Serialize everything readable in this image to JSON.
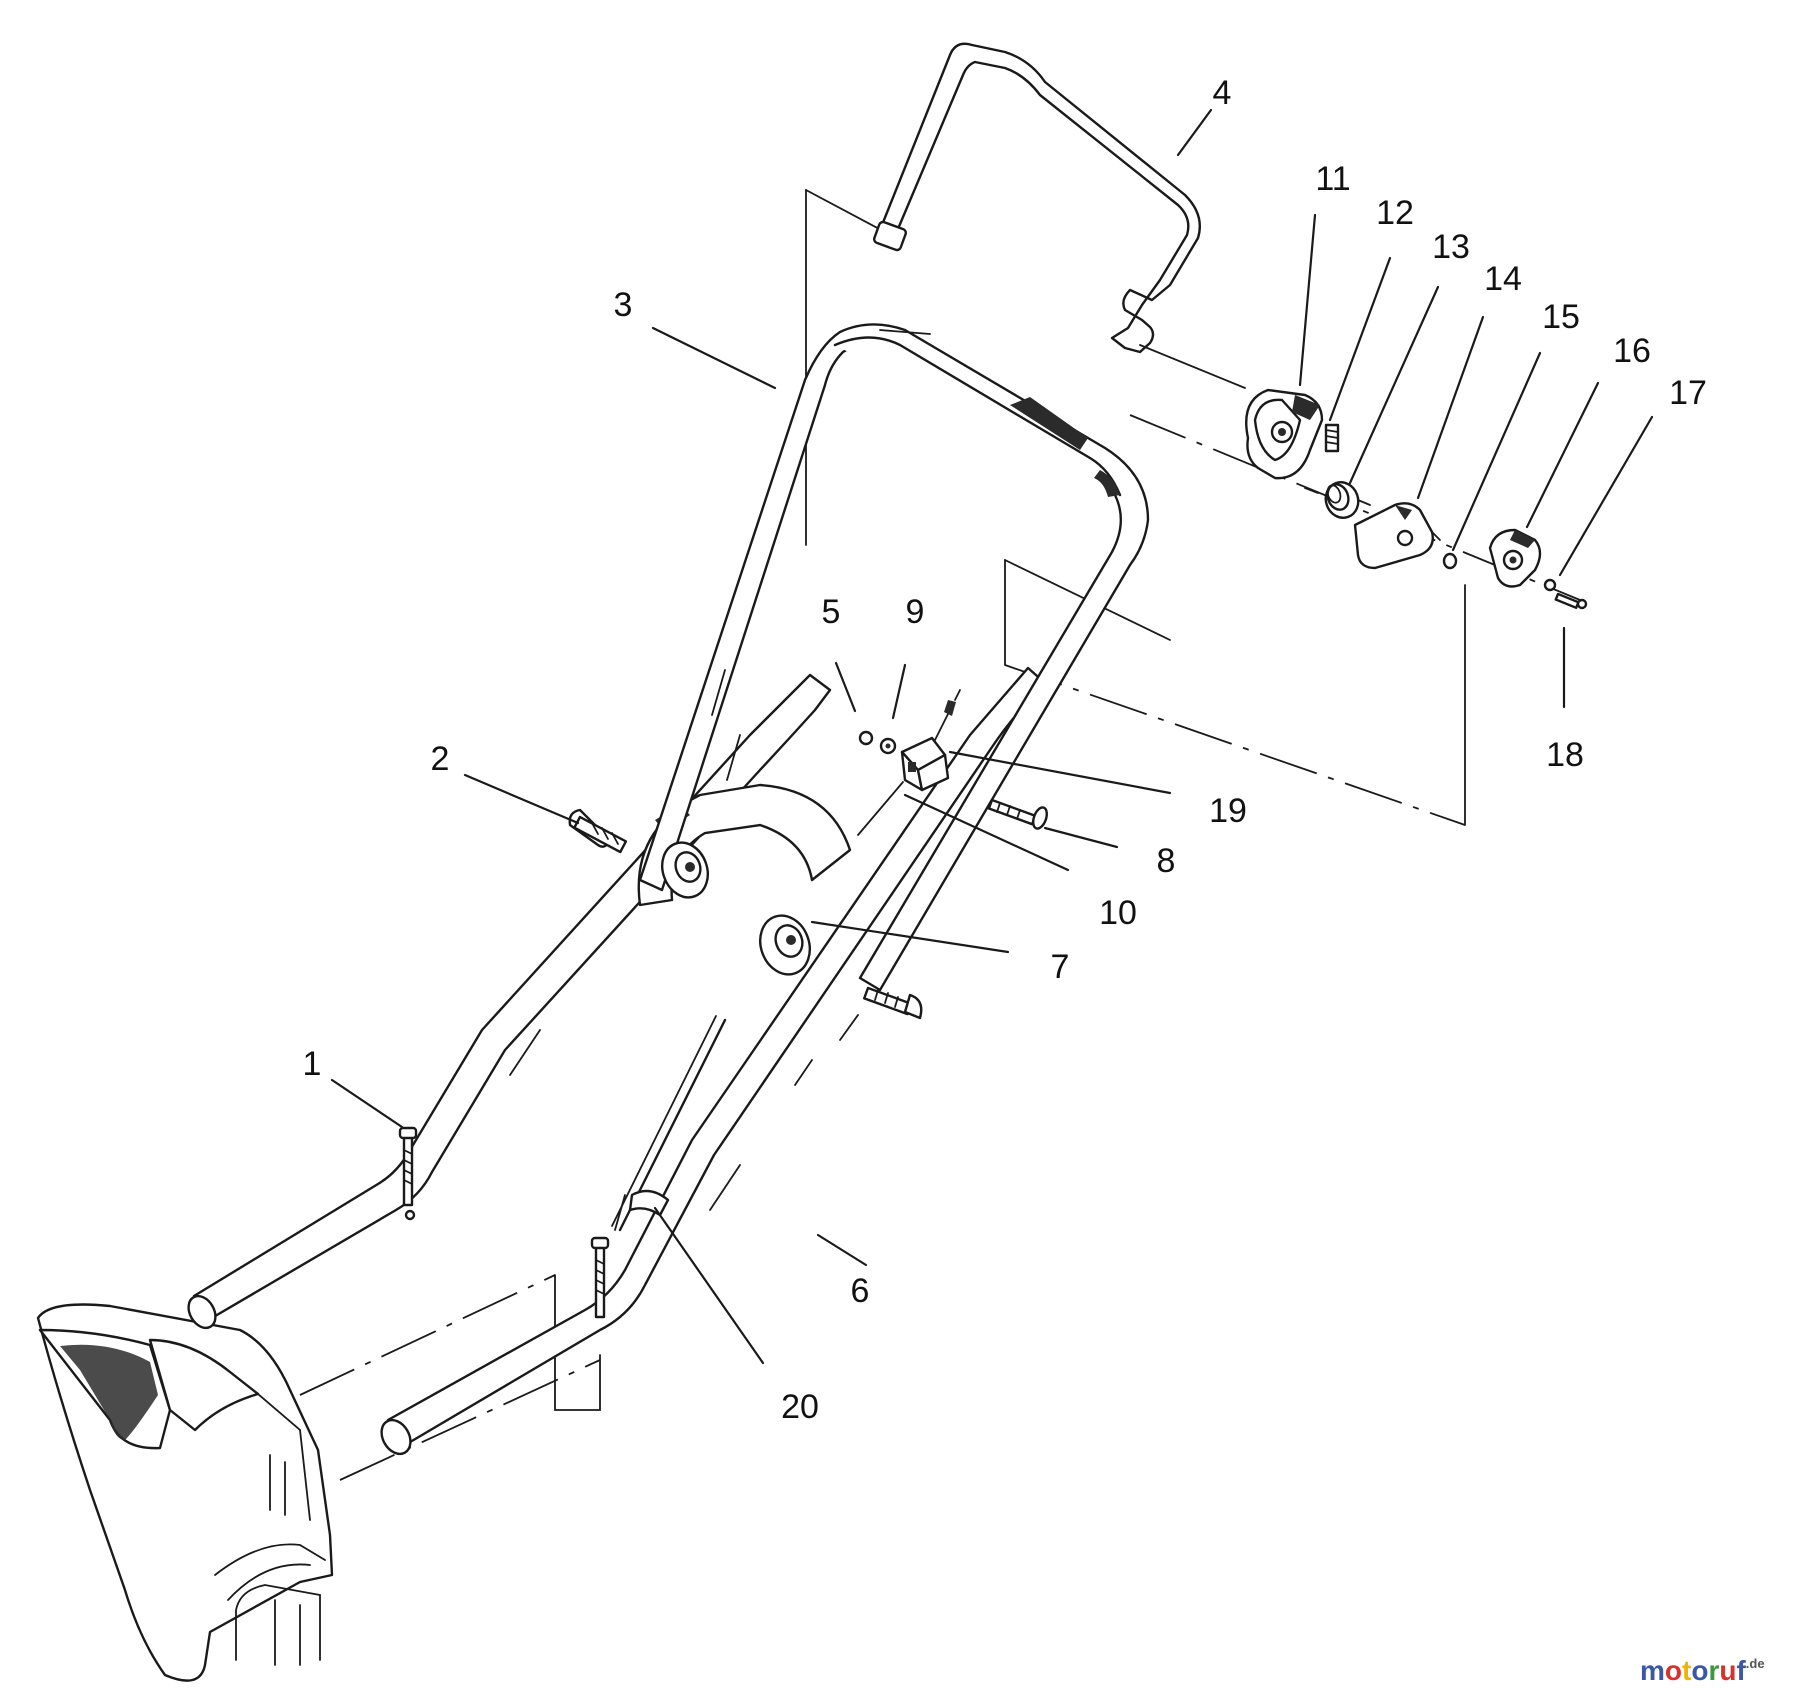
{
  "callouts": [
    {
      "id": "1",
      "label": "1"
    },
    {
      "id": "2",
      "label": "2"
    },
    {
      "id": "3",
      "label": "3"
    },
    {
      "id": "4",
      "label": "4"
    },
    {
      "id": "5",
      "label": "5"
    },
    {
      "id": "6",
      "label": "6"
    },
    {
      "id": "7",
      "label": "7"
    },
    {
      "id": "8",
      "label": "8"
    },
    {
      "id": "9",
      "label": "9"
    },
    {
      "id": "10",
      "label": "10"
    },
    {
      "id": "11",
      "label": "11"
    },
    {
      "id": "12",
      "label": "12"
    },
    {
      "id": "13",
      "label": "13"
    },
    {
      "id": "14",
      "label": "14"
    },
    {
      "id": "15",
      "label": "15"
    },
    {
      "id": "16",
      "label": "16"
    },
    {
      "id": "17",
      "label": "17"
    },
    {
      "id": "18",
      "label": "18"
    },
    {
      "id": "19",
      "label": "19"
    },
    {
      "id": "20",
      "label": "20"
    }
  ],
  "watermark": {
    "letters": [
      "m",
      "o",
      "t",
      "o",
      "r",
      "u",
      "f"
    ],
    "letter_colors": [
      "#3a57a8",
      "#d8322b",
      "#f0b400",
      "#3a57a8",
      "#3a9a3a",
      "#d8322b",
      "#3a57a8"
    ],
    "suffix": ".de"
  }
}
